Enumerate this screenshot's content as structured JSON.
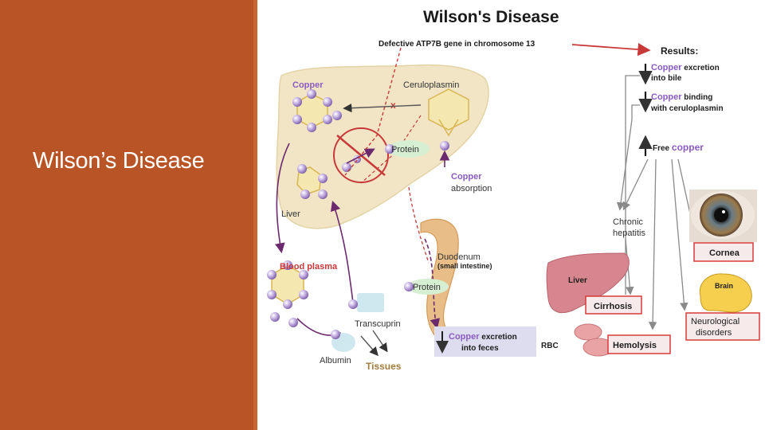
{
  "slide": {
    "title": "Wilson’s Disease",
    "panel_color": "#b85425"
  },
  "diagram": {
    "title": "Wilson's Disease",
    "gene_text": "Defective ATP7B gene in chromosome 13",
    "results_header": "Results:",
    "results": [
      {
        "direction": "down",
        "highlight": "Copper",
        "rest": " excretion",
        "line2": "into bile"
      },
      {
        "direction": "down",
        "highlight": "Copper",
        "rest": " binding",
        "line2": "with ceruloplasmin"
      },
      {
        "direction": "up",
        "prefix": "Free ",
        "highlight": "copper"
      }
    ],
    "liver_labels": {
      "copper": "Copper",
      "ceruloplasmin": "Ceruloplasmin",
      "protein": "Protein",
      "liver": "Liver",
      "copper_absorption_1": "Copper",
      "copper_absorption_2": "absorption",
      "x_mark": "x"
    },
    "plasma_labels": {
      "blood_plasma": "Blood plasma",
      "transcuprin": "Transcuprin",
      "albumin": "Albumin",
      "tissues": "Tissues"
    },
    "intestine_labels": {
      "duodenum": "Duodenum",
      "small_intestine": "(small intestine)",
      "protein": "Protein",
      "feces_copper": "Copper",
      "feces_rest": " excretion",
      "feces_line2": "into feces"
    },
    "outcomes": {
      "chronic_hepatitis_1": "Chronic",
      "chronic_hepatitis_2": "hepatitis",
      "cornea": "Cornea",
      "brain": "Brain",
      "liver": "Liver",
      "cirrhosis": "Cirrhosis",
      "neuro_1": "Neurological",
      "neuro_2": "disorders",
      "rbc": "RBC",
      "hemolysis": "Hemolysis"
    },
    "colors": {
      "copper_text": "#8a5cc2",
      "outcome_box_border": "#d83a3a",
      "liver_fill": "#f1e5c6",
      "intestine_fill": "#e9bd87",
      "arrow_purple": "#6c2a6e",
      "dashed_red": "#c83a3a"
    }
  }
}
